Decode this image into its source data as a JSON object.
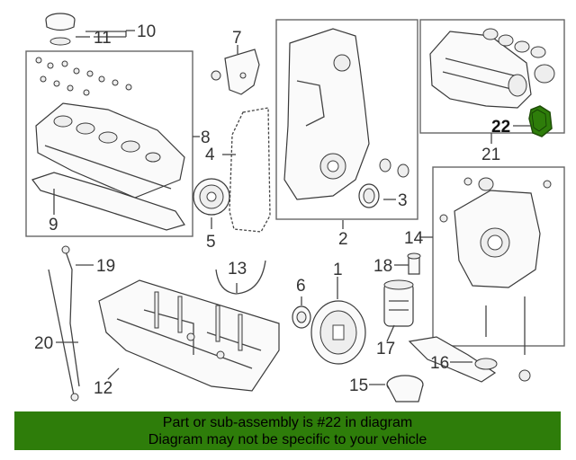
{
  "diagram": {
    "callouts": [
      "1",
      "2",
      "3",
      "4",
      "5",
      "6",
      "7",
      "8",
      "9",
      "10",
      "11",
      "12",
      "13",
      "14",
      "15",
      "16",
      "17",
      "18",
      "19",
      "20",
      "21",
      "22"
    ],
    "highlight_color": "#2e7d0a",
    "highlight_part": "22"
  },
  "banner": {
    "line1": "Part or sub-assembly is #22 in diagram",
    "line2": "Diagram may not be specific to your vehicle",
    "background": "#2e7d0a"
  }
}
